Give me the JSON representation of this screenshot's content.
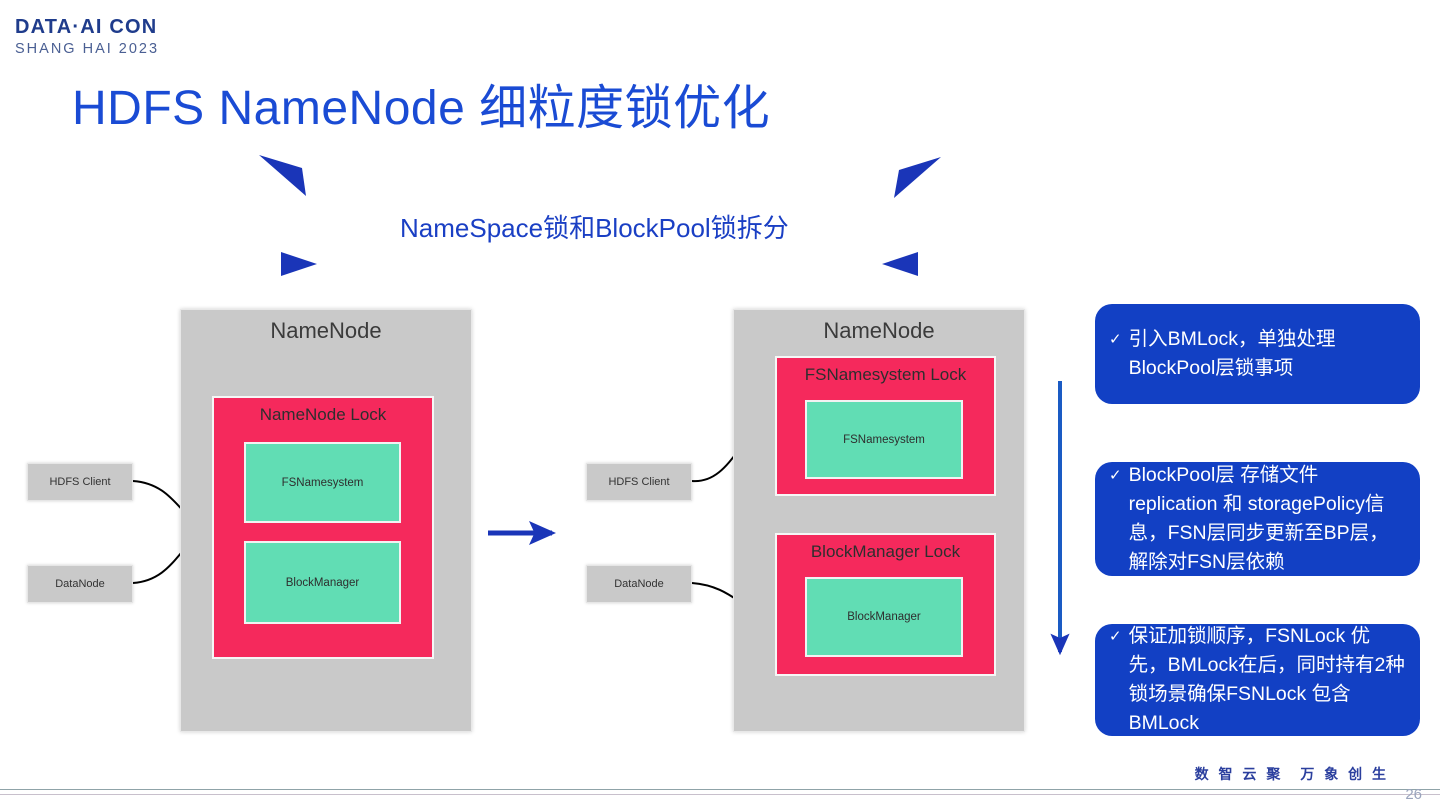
{
  "logo": {
    "main": "DATA·AI CON",
    "sub": "SHANG HAI 2023",
    "color": "#1f3c8c"
  },
  "title": "HDFS NameNode 细粒度锁优化",
  "subtitle": "NameSpace锁和BlockPool锁拆分",
  "colors": {
    "title_blue": "#1a4bd4",
    "panel_blue": "#1240c4",
    "lock_pink": "#f5295c",
    "inner_teal": "#61ddb4",
    "container_gray": "#c9c9c9",
    "arrow_blue": "#1a35b8"
  },
  "left_diagram": {
    "container_label": "NameNode",
    "lock_label": "NameNode Lock",
    "inner_boxes": [
      {
        "label": "FSNamesystem"
      },
      {
        "label": "BlockManager"
      }
    ],
    "clients": [
      {
        "label": "HDFS Client"
      },
      {
        "label": "DataNode"
      }
    ]
  },
  "right_diagram": {
    "container_label": "NameNode",
    "locks": [
      {
        "lock_label": "FSNamesystem Lock",
        "inner_label": "FSNamesystem"
      },
      {
        "lock_label": "BlockManager Lock",
        "inner_label": "BlockManager"
      }
    ],
    "clients": [
      {
        "label": "HDFS Client"
      },
      {
        "label": "DataNode"
      }
    ]
  },
  "panels": [
    {
      "check": "✓",
      "text": "引入BMLock，单独处理BlockPool层锁事项"
    },
    {
      "check": "✓",
      "text": "BlockPool层 存储文件 replication 和 storagePolicy信息，FSN层同步更新至BP层，解除对FSN层依赖"
    },
    {
      "check": "✓",
      "text": "保证加锁顺序，FSNLock 优先，BMLock在后，同时持有2种锁场景确保FSNLock 包含 BMLock"
    }
  ],
  "footer": {
    "tagline": "数 智 云 聚　万 象 创 生",
    "page_number": "26"
  }
}
